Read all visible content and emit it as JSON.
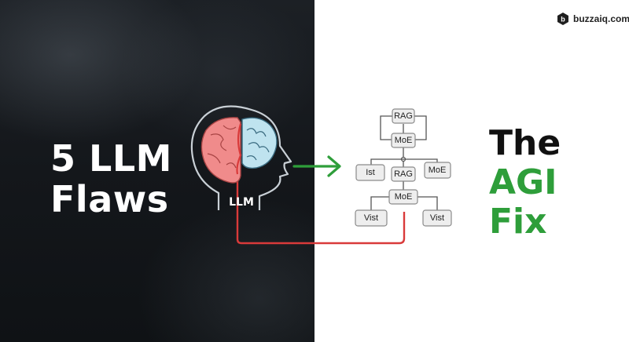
{
  "brand": {
    "name": "buzzaiq.com",
    "logo_icon": "hexagon-b-logo-icon"
  },
  "headline_left": {
    "line1": "5 LLM",
    "line2": "Flaws"
  },
  "headline_right": {
    "line1": "The",
    "line2": "AGI",
    "line3": "Fix"
  },
  "illustration": {
    "head_label": "LLM",
    "diagram_nodes": {
      "top": "RAG",
      "second": "MoE",
      "left_branch": "Ist",
      "center_branch": "RAG",
      "right_branch": "MoE",
      "hub": "MoE",
      "bottom_left": "Vist",
      "bottom_right": "Vist"
    }
  },
  "colors": {
    "dark_background": "#15181c",
    "accent_green": "#2e9e3a",
    "connector_red": "#d93a3a",
    "brain_pink": "#f08b8b",
    "brain_blue": "#9fd3e6"
  }
}
